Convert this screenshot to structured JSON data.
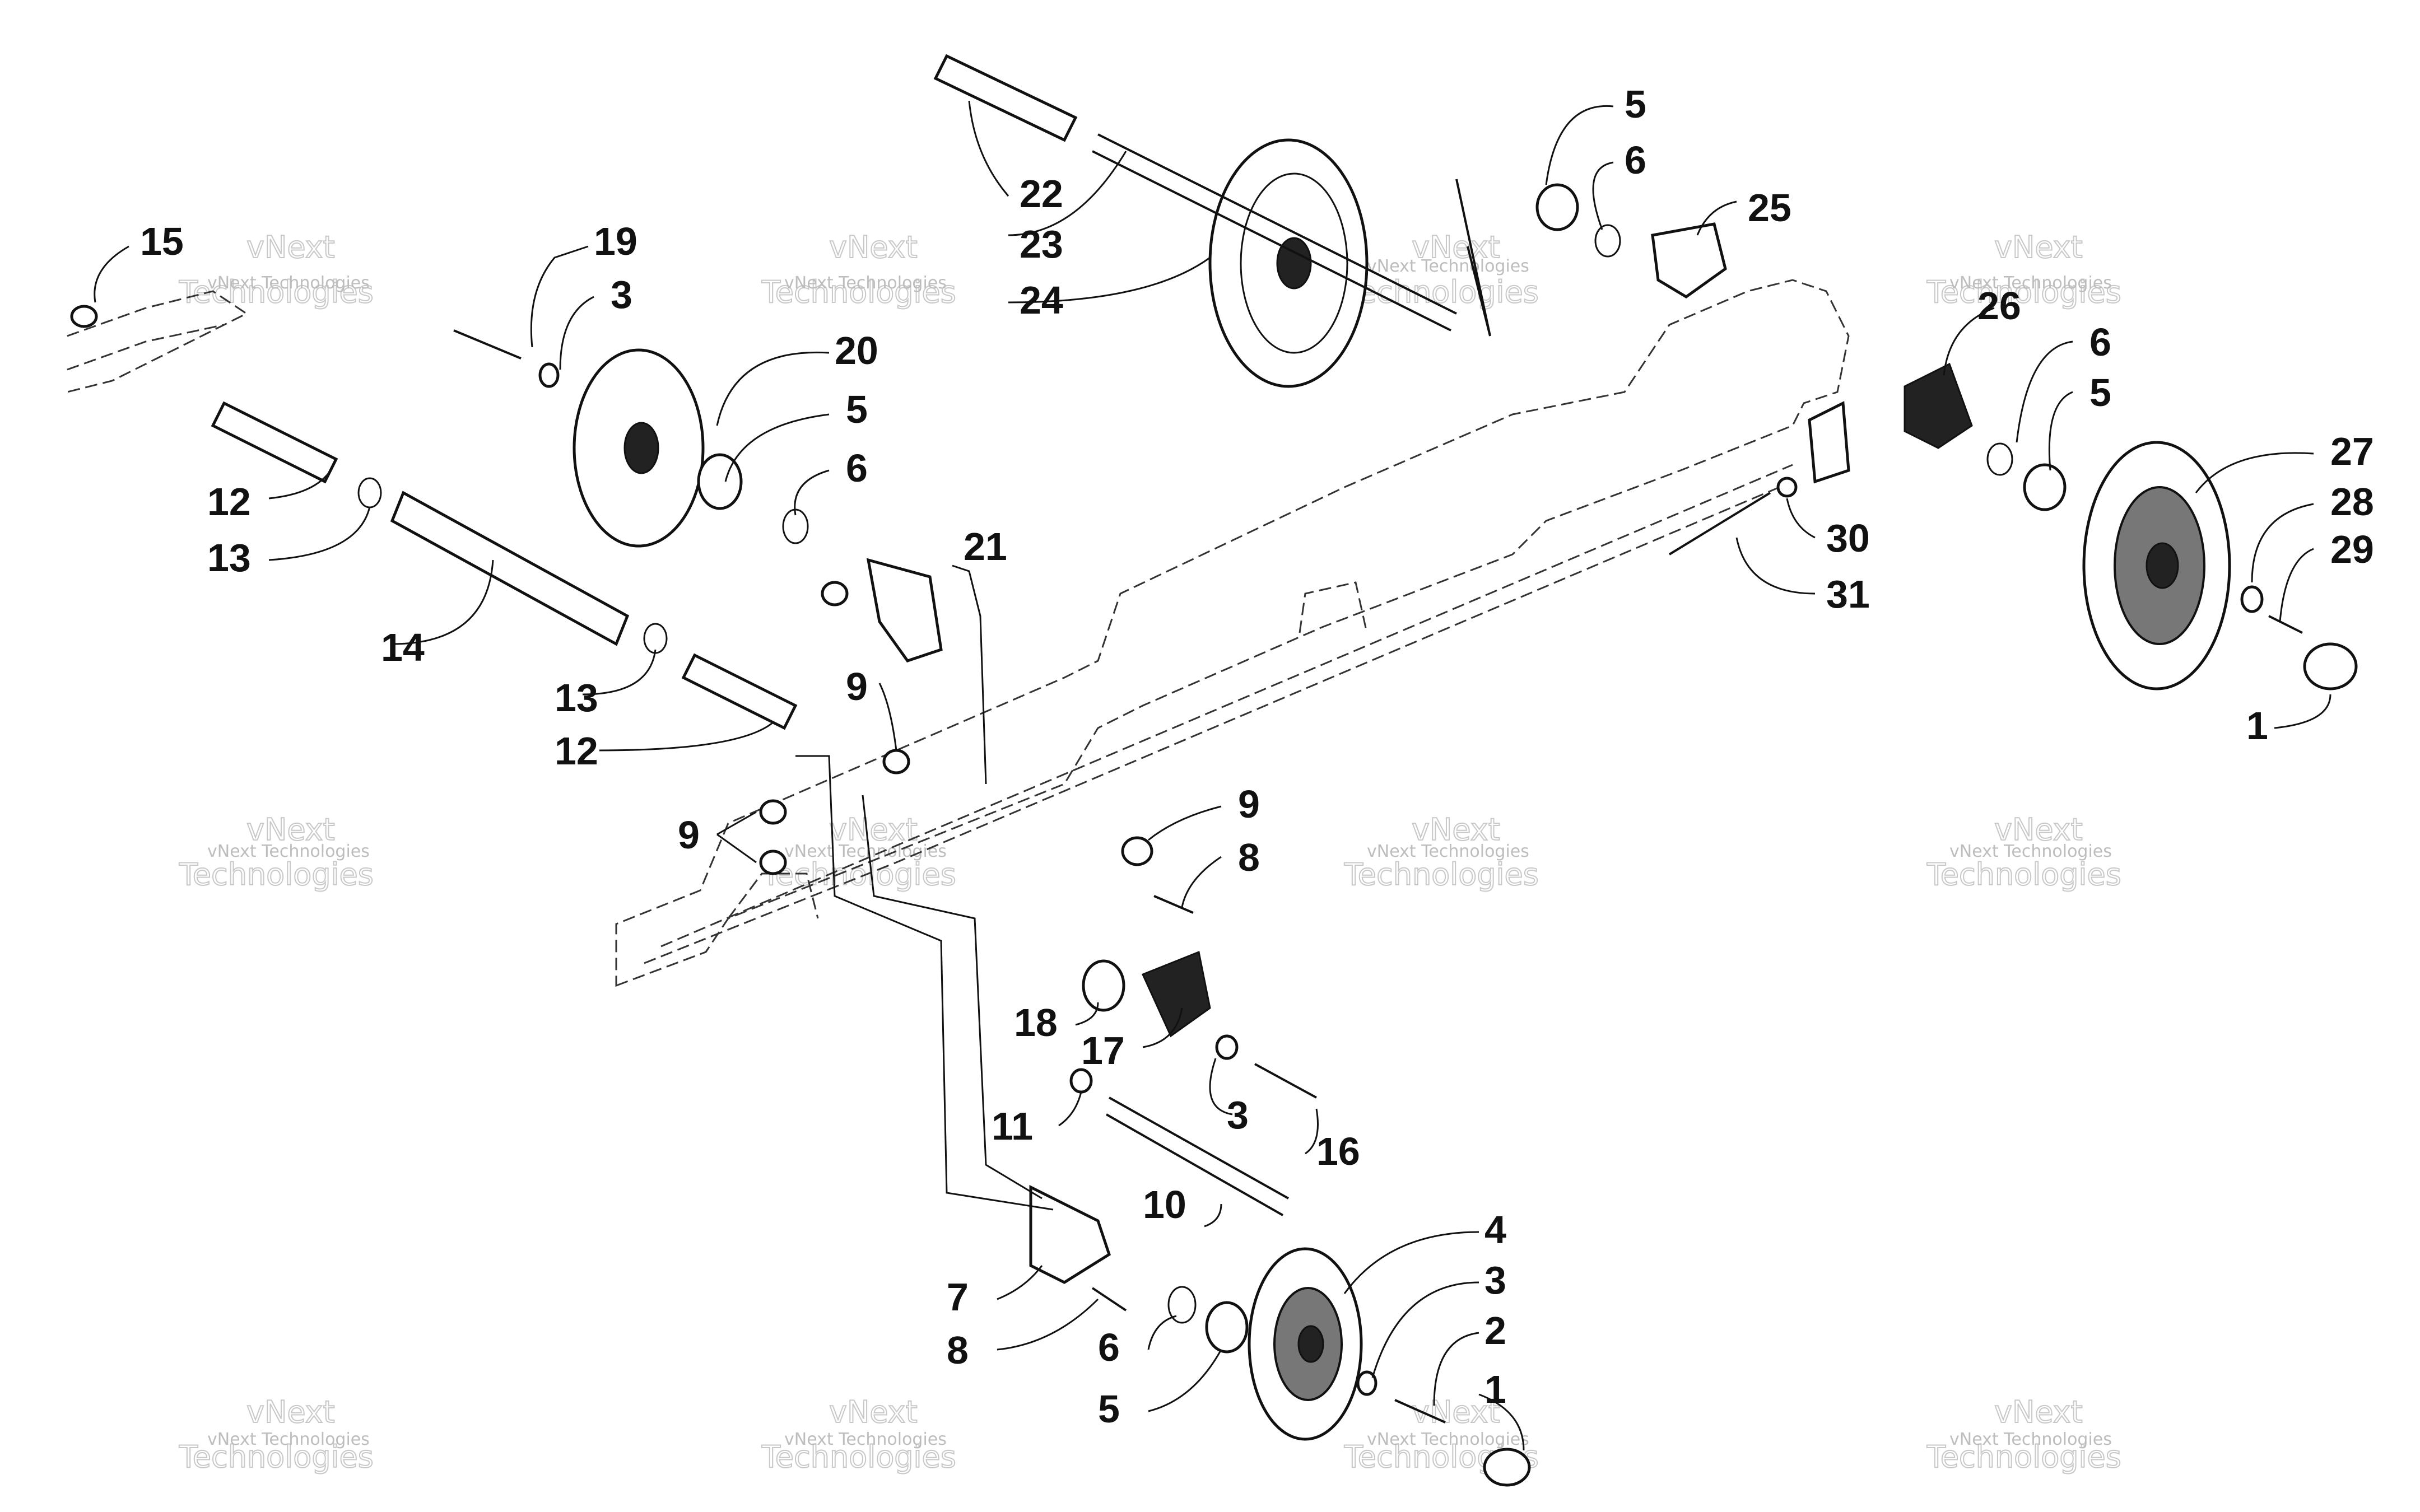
{
  "callouts": {
    "c1a": "1",
    "c1b": "1",
    "c2": "2",
    "c3a": "3",
    "c3b": "3",
    "c3c": "3",
    "c4": "4",
    "c5a": "5",
    "c5b": "5",
    "c5c": "5",
    "c5d": "5",
    "c6a": "6",
    "c6b": "6",
    "c6c": "6",
    "c6d": "6",
    "c7": "7",
    "c8a": "8",
    "c8b": "8",
    "c9a": "9",
    "c9b": "9",
    "c9c": "9",
    "c10": "10",
    "c11": "11",
    "c12a": "12",
    "c12b": "12",
    "c13a": "13",
    "c13b": "13",
    "c14": "14",
    "c15": "15",
    "c16": "16",
    "c17": "17",
    "c18": "18",
    "c19": "19",
    "c20": "20",
    "c21": "21",
    "c22": "22",
    "c23": "23",
    "c24": "24",
    "c25": "25",
    "c26": "26",
    "c27": "27",
    "c28": "28",
    "c29": "29",
    "c30": "30",
    "c31": "31"
  },
  "watermark": {
    "small": "vNext Technologies",
    "line1": "vNext",
    "line2": "Technologies"
  }
}
